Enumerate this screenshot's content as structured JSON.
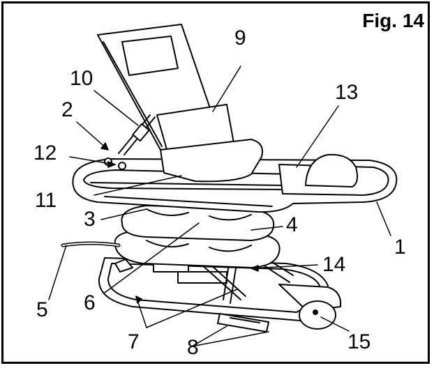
{
  "figure": {
    "title": "Fig. 14"
  },
  "callouts": {
    "c1": "1",
    "c2": "2",
    "c3": "3",
    "c4": "4",
    "c5": "5",
    "c6": "6",
    "c7": "7",
    "c8": "8",
    "c9": "9",
    "c10": "10",
    "c11": "11",
    "c12": "12",
    "c13": "13",
    "c14": "14",
    "c15": "15"
  }
}
